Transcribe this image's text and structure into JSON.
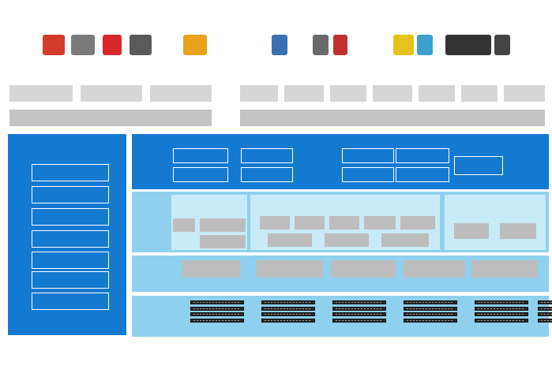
{
  "cloud_services": {
    "title": "",
    "logos": [
      {
        "label": "",
        "color": "#d23a2a",
        "icon": "fusionsphere-logo"
      },
      {
        "label": "",
        "color": "#7a7a7a",
        "icon": "vmware-logo"
      },
      {
        "label": "",
        "color": "#d8282a",
        "icon": "office-logo"
      },
      {
        "label": "",
        "color": "#5a5a5a",
        "icon": "kvm-logo"
      },
      {
        "label": "",
        "color": "#e8a21c",
        "icon": "s3-logo"
      }
    ],
    "captions": [
      "",
      "",
      ""
    ],
    "services": [
      "",
      "",
      ""
    ],
    "platform_bar": ""
  },
  "cloud_native": {
    "title": "",
    "logos": [
      {
        "label": "",
        "color": "#3a6fb0",
        "icon": "network-disk-icon"
      },
      {
        "label": "",
        "color": "#6a6a6a",
        "icon": "media-icon"
      },
      {
        "label": "",
        "color": "#c03030",
        "icon": "pdf-icon"
      },
      {
        "label": "",
        "color": "#e8c21c",
        "icon": "hadoop-icon"
      },
      {
        "label": "",
        "color": "#3aa0d0",
        "icon": "analytics-icon"
      },
      {
        "label": "",
        "color": "#333333",
        "icon": "app-store-icon"
      },
      {
        "label": "",
        "color": "#444444",
        "icon": "android-icon"
      }
    ],
    "captions": [
      "",
      "",
      "",
      ""
    ],
    "protocols": [
      "",
      "",
      "",
      "",
      "",
      "",
      ""
    ],
    "protocol_bar": ""
  },
  "toolkit": {
    "title": "",
    "items": [
      "",
      "",
      "",
      "",
      "",
      "",
      "",
      ""
    ],
    "more": ""
  },
  "dss_oms": {
    "title": "",
    "layer_label_1": "",
    "layer_label_2": "",
    "boxes": {
      "tenant": "",
      "resource_1": "",
      "sla": "",
      "service": "",
      "alarm": "",
      "resource_2": "",
      "topology": "",
      "report": "",
      "northbound": ""
    }
  },
  "data_service": {
    "layer_label_1": "",
    "layer_label_2": "",
    "block": {
      "title": "",
      "items": [
        "",
        "",
        ""
      ]
    },
    "file": {
      "title": "",
      "items": [
        "",
        "",
        "",
        "",
        "",
        "",
        "",
        ""
      ]
    },
    "object": {
      "title": "",
      "items": [
        "",
        ""
      ]
    }
  },
  "resource_pool": {
    "label": "",
    "items": [
      "",
      "",
      "",
      "",
      ""
    ]
  },
  "hardware": {
    "label": "",
    "rack_count": 6
  },
  "caption": ""
}
